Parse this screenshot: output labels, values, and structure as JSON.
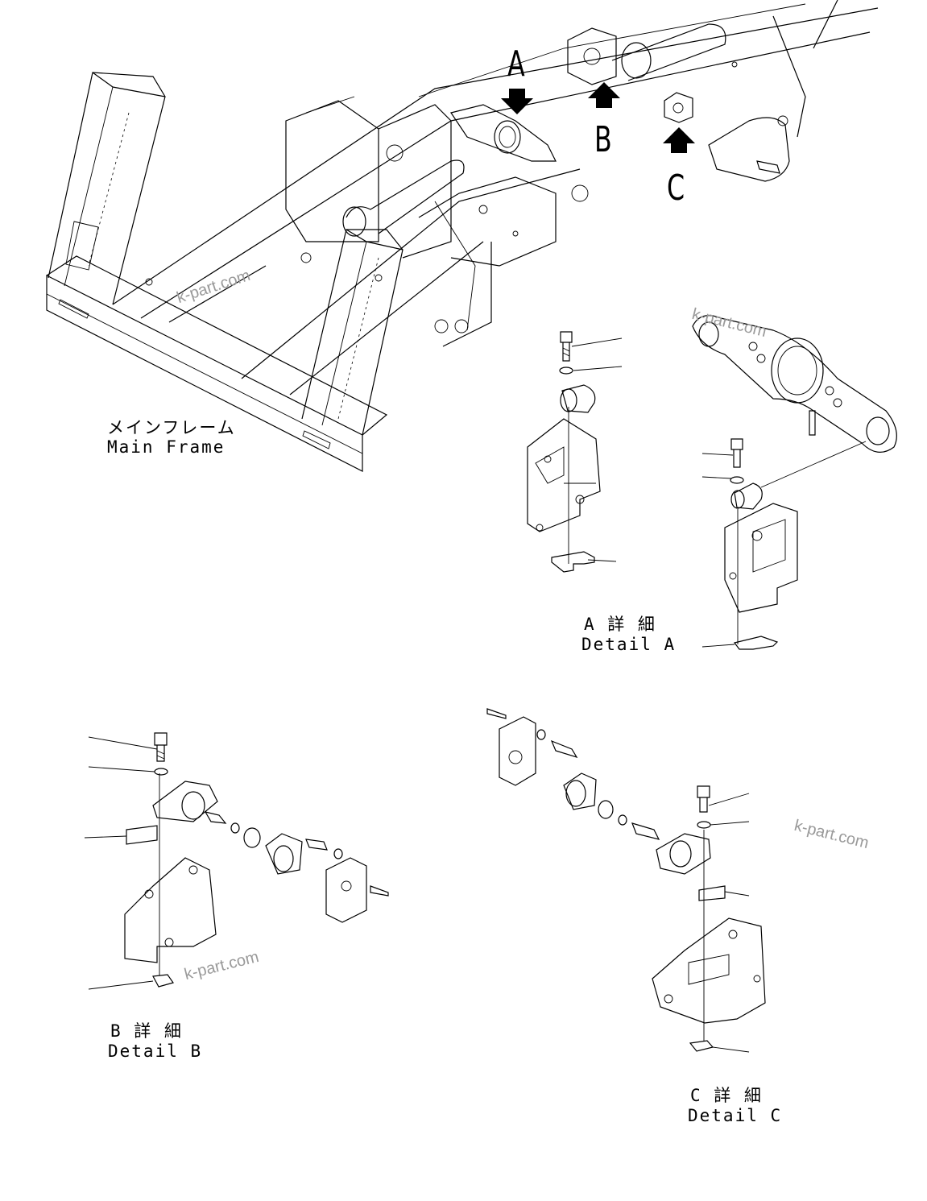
{
  "main_frame": {
    "label_jp": "メインフレーム",
    "label_en": "Main Frame"
  },
  "markers": {
    "a": "A",
    "b": "B",
    "c": "C"
  },
  "detail_a": {
    "label_jp": "A 詳 細",
    "label_en": "Detail A"
  },
  "detail_b": {
    "label_jp": "B 詳 細",
    "label_en": "Detail B"
  },
  "detail_c": {
    "label_jp": "C 詳 細",
    "label_en": "Detail C"
  },
  "watermark": "k-part.com"
}
